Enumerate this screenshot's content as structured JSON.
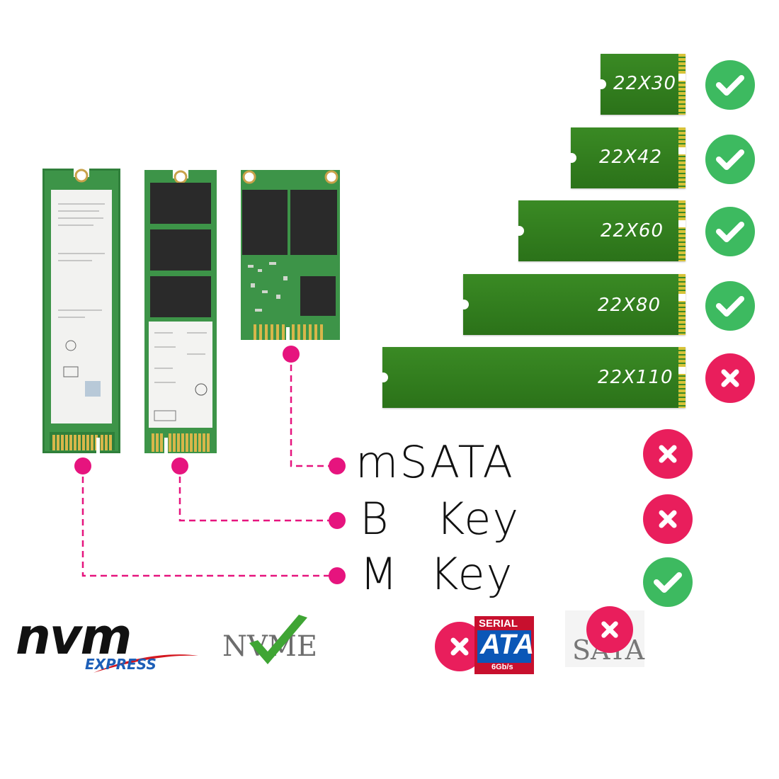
{
  "sizes": [
    {
      "label": "22X30",
      "status": "supported",
      "status_icon": "check-icon"
    },
    {
      "label": "22X42",
      "status": "supported",
      "status_icon": "check-icon"
    },
    {
      "label": "22X60",
      "status": "supported",
      "status_icon": "check-icon"
    },
    {
      "label": "22X80",
      "status": "supported",
      "status_icon": "check-icon"
    },
    {
      "label": "22X110",
      "status": "unsupported",
      "status_icon": "cross-icon"
    }
  ],
  "keys": [
    {
      "label": "mSATA",
      "status": "unsupported",
      "status_icon": "cross-icon"
    },
    {
      "label": "B   Key",
      "status": "unsupported",
      "status_icon": "cross-icon"
    },
    {
      "label": "M  Key",
      "status": "supported",
      "status_icon": "check-icon"
    }
  ],
  "logos": {
    "nvm_top": "nvm",
    "nvm_bottom": "EXPRESS",
    "nvme_text": "NVME",
    "serial_top": "SERIAL",
    "serial_middle": "ATA",
    "serial_bottom": "6Gb/s",
    "sata_text": "SATA"
  },
  "colors": {
    "supported": "#3dba60",
    "unsupported": "#e91e5c",
    "connector": "#e6147e",
    "pcb": "#2d7a1e"
  }
}
